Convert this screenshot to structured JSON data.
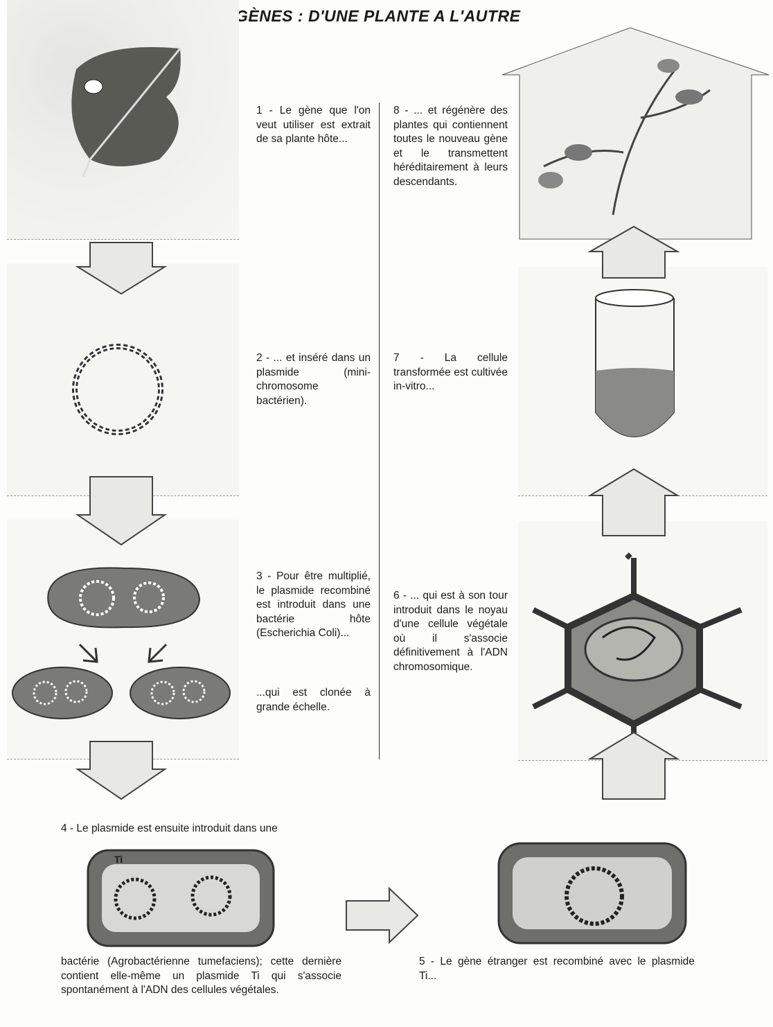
{
  "title": "GÈNES : D'UNE PLANTE A L'AUTRE",
  "steps": {
    "s1": "1 - Le gène que l'on veut utiliser est extrait de sa plante hôte...",
    "s2": "2 - ... et inséré dans un plasmide (mini-chromosome bactérien).",
    "s3": "3 - Pour être multiplié, le plasmide recombiné est introduit dans une bactérie hôte (Escherichia Coli)...",
    "s3b": "...qui est clonée à grande échelle.",
    "s4a": "4 - Le plasmide est ensuite introduit dans une",
    "s4b": "bactérie (Agrobactérienne tumefaciens); cette dernière contient elle-même un plasmide Ti qui s'associe spontanément à l'ADN des cellules végétales.",
    "s5": "5 - Le gène étranger est recombiné avec le plasmide Ti...",
    "s6": "6 - ... qui est à son tour introduit dans le noyau d'une cellule végétale où il s'associe définitivement à l'ADN chromosomique.",
    "s7": "7 - La cellule transformée est cultivée in-vitro...",
    "s8": "8 - ... et régénère des plantes qui contiennent toutes le nouveau gène et le transmettent héréditairement à leurs descendants."
  },
  "labels": {
    "ti": "Ti"
  }
}
